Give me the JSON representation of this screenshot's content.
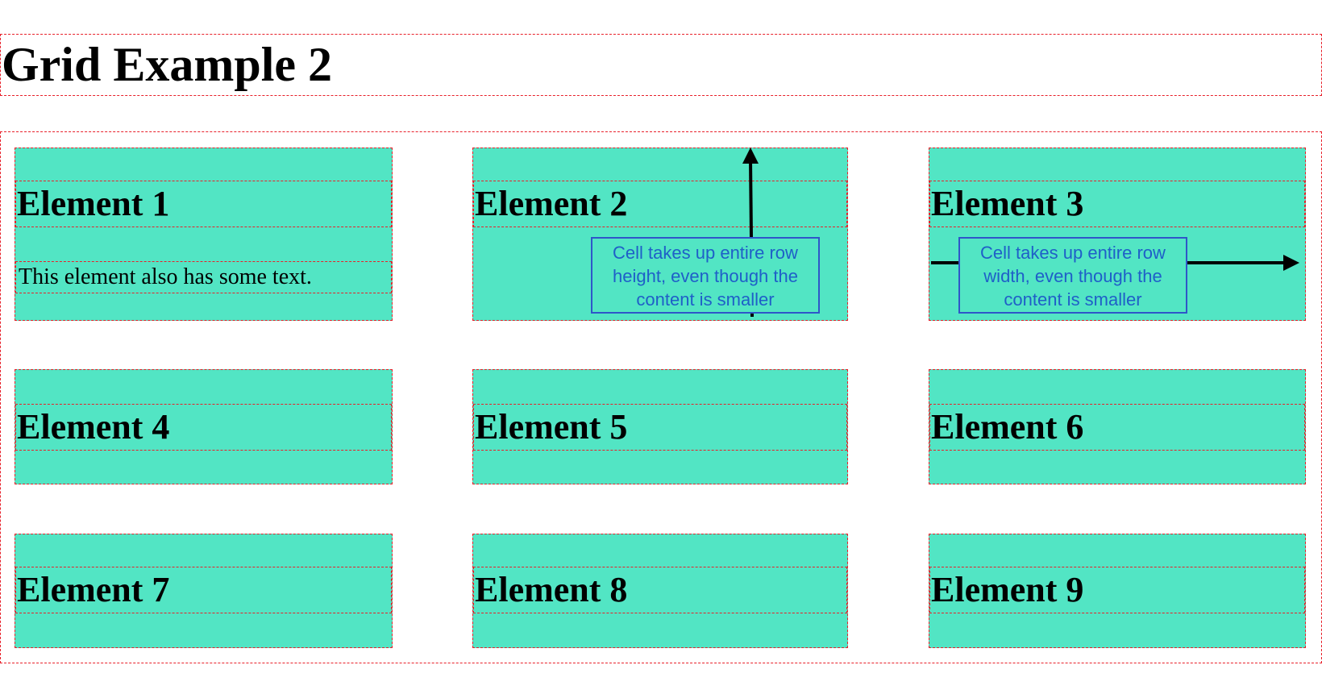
{
  "title": "Grid Example 2",
  "colors": {
    "cell_bg": "#52e5c4",
    "debug_border": "#e8202a",
    "note_text": "#1f5fc8",
    "note_border": "#2f56c9"
  },
  "elements": [
    {
      "heading": "Element 1",
      "text": "This element also has some text."
    },
    {
      "heading": "Element 2"
    },
    {
      "heading": "Element 3"
    },
    {
      "heading": "Element 4"
    },
    {
      "heading": "Element 5"
    },
    {
      "heading": "Element 6"
    },
    {
      "heading": "Element 7"
    },
    {
      "heading": "Element 8"
    },
    {
      "heading": "Element 9"
    }
  ],
  "annotations": {
    "height_note": [
      "Cell takes up entire row",
      "height, even though the",
      "content is smaller"
    ],
    "width_note": [
      "Cell takes up entire row",
      "width, even though the",
      "content is smaller"
    ]
  }
}
